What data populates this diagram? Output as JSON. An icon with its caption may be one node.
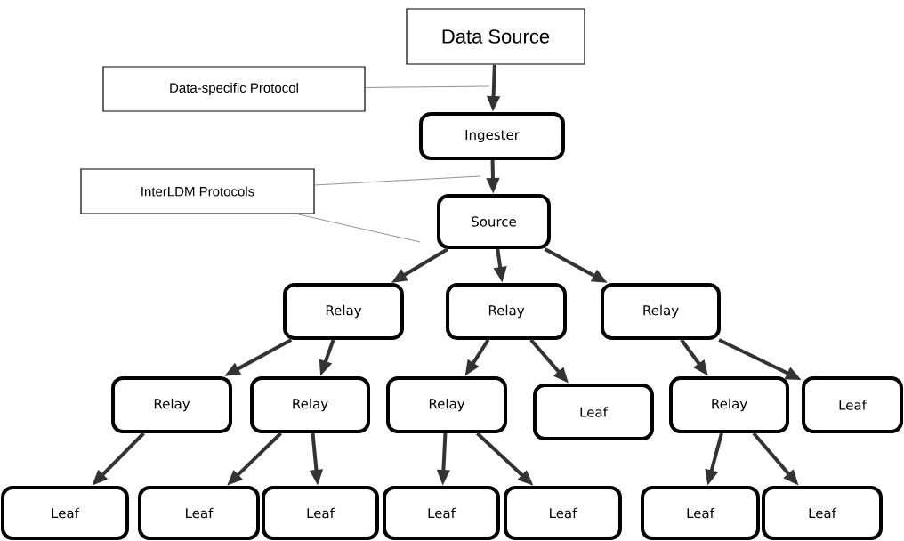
{
  "diagram": {
    "nodes": [
      {
        "text": [
          "Data Source"
        ]
      },
      {
        "text": [
          "Data-specific Protocol"
        ]
      },
      {
        "text": [
          "Ingester"
        ]
      },
      {
        "text": [
          "InterLDM Protocols"
        ]
      },
      {
        "text": [
          "Source"
        ]
      },
      {
        "text": [
          "Relay"
        ]
      },
      {
        "text": [
          "Relay"
        ]
      },
      {
        "text": [
          "Relay"
        ]
      },
      {
        "text": [
          "Relay"
        ]
      },
      {
        "text": [
          "Relay"
        ]
      },
      {
        "text": [
          "Relay"
        ]
      },
      {
        "text": [
          "Leaf"
        ]
      },
      {
        "text": [
          "Relay"
        ]
      },
      {
        "text": [
          "Leaf"
        ]
      },
      {
        "text": [
          "Leaf"
        ]
      },
      {
        "text": [
          "Leaf"
        ]
      },
      {
        "text": [
          "Leaf"
        ]
      },
      {
        "text": [
          "Leaf"
        ]
      },
      {
        "text": [
          "Leaf"
        ]
      },
      {
        "text": [
          "Leaf"
        ]
      },
      {
        "text": [
          "Leaf"
        ]
      }
    ],
    "edges": [
      {
        "from": 0,
        "to": 2,
        "arrow": "to"
      },
      {
        "from": 2,
        "to": 4,
        "arrow": "to"
      },
      {
        "from": 4,
        "to": 5,
        "arrow": "to"
      },
      {
        "from": 4,
        "to": 6,
        "arrow": "to"
      },
      {
        "from": 4,
        "to": 7,
        "arrow": "to"
      },
      {
        "from": 5,
        "to": 8,
        "arrow": "to"
      },
      {
        "from": 5,
        "to": 9,
        "arrow": "to"
      },
      {
        "from": 6,
        "to": 10,
        "arrow": "to"
      },
      {
        "from": 6,
        "to": 11,
        "arrow": "to"
      },
      {
        "from": 7,
        "to": 12,
        "arrow": "to"
      },
      {
        "from": 7,
        "to": 13,
        "arrow": "to"
      },
      {
        "from": 8,
        "to": 14,
        "arrow": "to"
      },
      {
        "from": 9,
        "to": 15,
        "arrow": "to"
      },
      {
        "from": 9,
        "to": 16,
        "arrow": "to"
      },
      {
        "from": 10,
        "to": 17,
        "arrow": "to"
      },
      {
        "from": 10,
        "to": 18,
        "arrow": "to"
      },
      {
        "from": 12,
        "to": 19,
        "arrow": "to"
      },
      {
        "from": 12,
        "to": 20,
        "arrow": "to"
      },
      {
        "from": 1,
        "to": null,
        "arrow": "none",
        "color": "#777777"
      },
      {
        "from": 3,
        "to": null,
        "arrow": "none",
        "color": "#777777"
      },
      {
        "from": 3,
        "to": null,
        "arrow": "none",
        "color": "#777777"
      }
    ]
  }
}
